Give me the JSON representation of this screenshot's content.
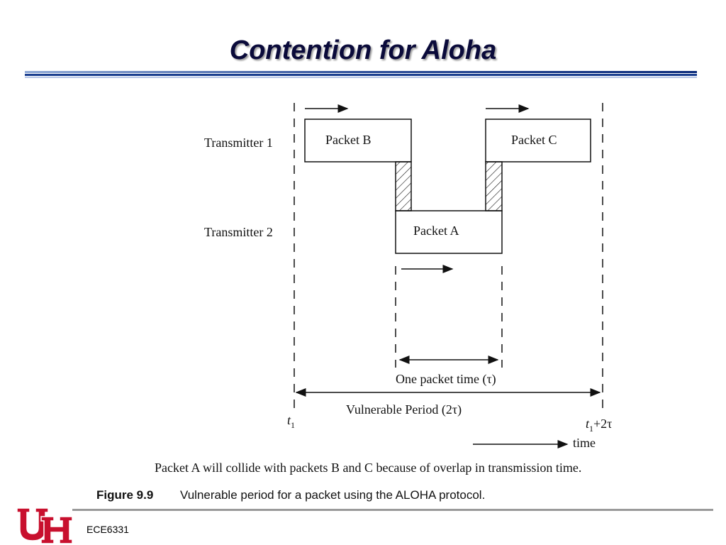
{
  "slide": {
    "title": "Contention for Aloha",
    "footer": "ECE6331"
  },
  "figure": {
    "transmitter1_label": "Transmitter 1",
    "transmitter2_label": "Transmitter 2",
    "packet_b": "Packet B",
    "packet_c": "Packet C",
    "packet_a": "Packet A",
    "one_packet_time": "One packet time (τ)",
    "vulnerable_period": "Vulnerable Period (2τ)",
    "t1_main": "t",
    "t1_sub": "1",
    "t1_2tau_main": "t",
    "t1_2tau_sub": "1",
    "t1_2tau_rest": "+2τ",
    "time_label": "time",
    "caption_sentence": "Packet A will collide with packets B and C because of overlap in transmission time.",
    "figure_number": "Figure 9.9",
    "figure_caption": "Vulnerable period for a packet using the ALOHA protocol."
  },
  "logo": {
    "name": "UH",
    "color": "#c8102e"
  }
}
